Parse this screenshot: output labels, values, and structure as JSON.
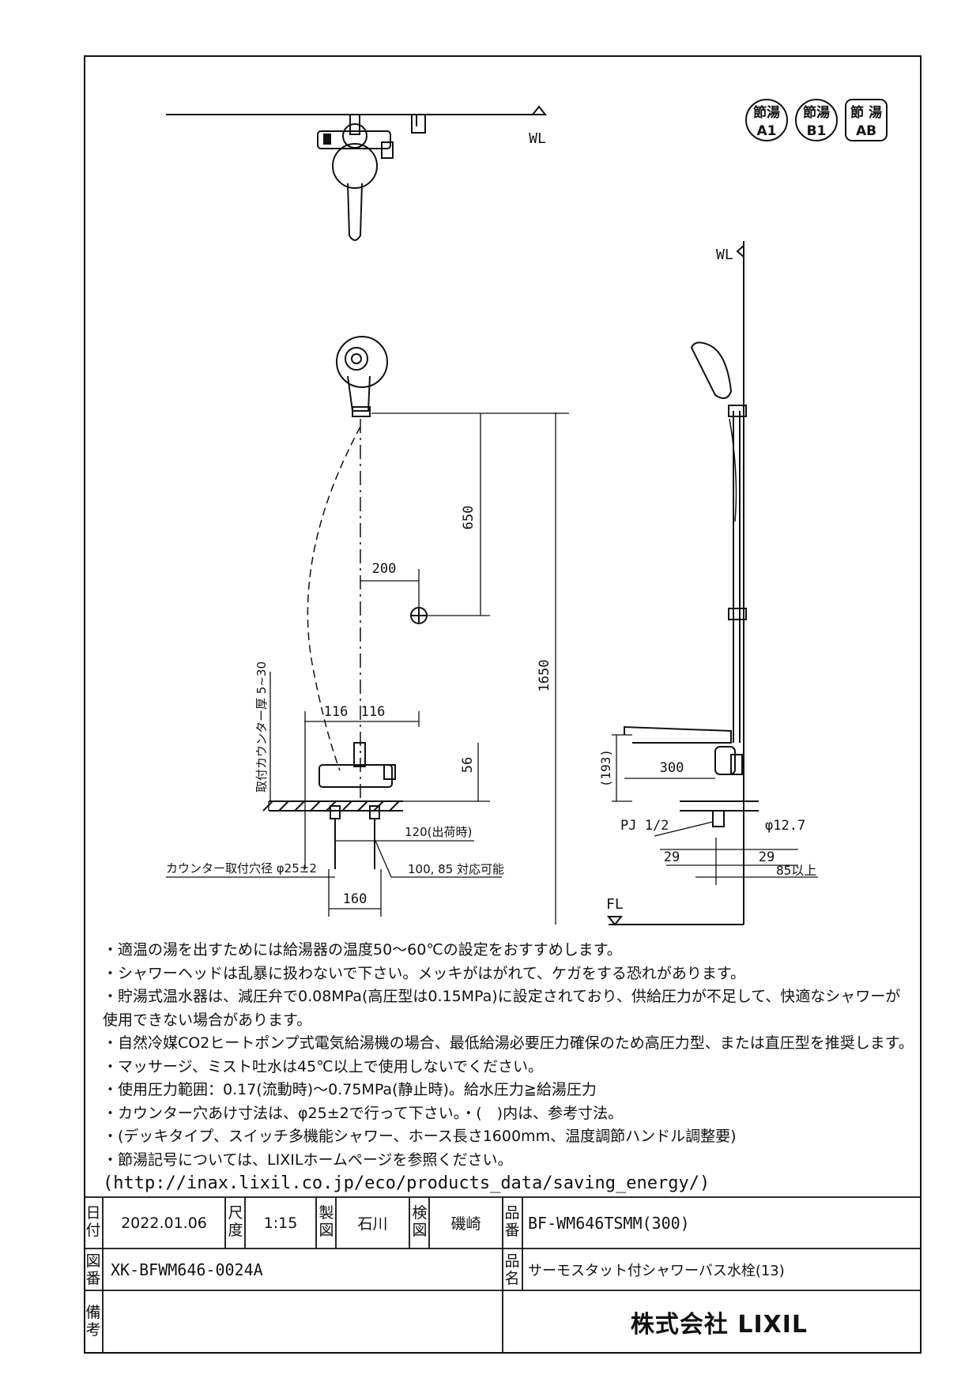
{
  "badges": [
    {
      "top": "節湯",
      "bottom": "A1"
    },
    {
      "top": "節湯",
      "bottom": "B1"
    },
    {
      "top": "節 湯",
      "bottom": "AB"
    }
  ],
  "labels": {
    "wl_top": "WL",
    "wl_side": "WL",
    "fl": "FL"
  },
  "dimensions": {
    "d650": "650",
    "d200": "200",
    "d1650": "1650",
    "d116a": "116",
    "d116b": "116",
    "d56": "56",
    "d120": "120(出荷時)",
    "d100": "100, 85 対応可能",
    "d160": "160",
    "hole": "カウンター取付穴径 φ25±2",
    "counter": "取付カウンター厚 5~30",
    "d193": "(193)",
    "d300": "300",
    "pj": "PJ 1/2",
    "phi": "φ12.7",
    "d29a": "29",
    "d29b": "29",
    "d85": "85以上"
  },
  "notes": [
    "・適温の湯を出すためには給湯器の温度50～60℃の設定をおすすめします。",
    "・シャワーヘッドは乱暴に扱わないで下さい。メッキがはがれて、ケガをする恐れがあります。",
    "・貯湯式温水器は、減圧弁で0.08MPa(高圧型は0.15MPa)に設定されており、供給圧力が不足して、快適なシャワーが",
    "使用できない場合があります。",
    "・自然冷媒CO2ヒートポンプ式電気給湯機の場合、最低給湯必要圧力確保のため高圧力型、または直圧型を推奨します。",
    "・マッサージ、ミスト吐水は45℃以上で使用しないでください。",
    "・使用圧力範囲：0.17(流動時)～0.75MPa(静止時)。給水圧力≧給湯圧力",
    "・カウンター穴あけ寸法は、φ25±2で行って下さい。・(　)内は、参考寸法。",
    "・(デッキタイプ、スイッチ多機能シャワー、ホース長さ1600mm、温度調節ハンドル調整要)",
    "・節湯記号については、LIXILホームページを参照ください。",
    "(http://inax.lixil.co.jp/eco/products_data/saving_energy/)"
  ],
  "title_block": {
    "date_label": "日付",
    "date": "2022.01.06",
    "scale_label": "尺度",
    "scale": "1:15",
    "drawn_label": "製図",
    "drawn": "石川",
    "checked_label": "検図",
    "checked": "磯崎",
    "product_no_label": "品番",
    "product_no": "BF-WM646TSMM(300)",
    "drawing_no_label": "図番",
    "drawing_no": "XK-BFWM646-0024A",
    "product_name_label": "品名",
    "product_name": "サーモスタット付シャワーバス水栓(13)",
    "remarks_label": "備考",
    "company": "株式会社 LIXIL"
  }
}
